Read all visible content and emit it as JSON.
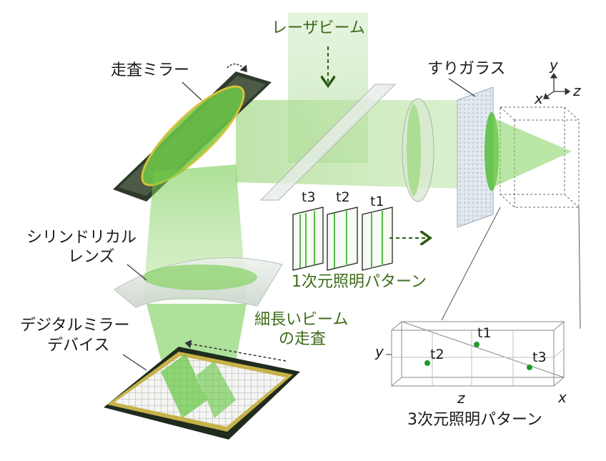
{
  "labels": {
    "laser_beam": "レーザビーム",
    "scanning_mirror": "走査ミラー",
    "ground_glass": "すりガラス",
    "cylindrical_lens_line1": "シリンドリカル",
    "cylindrical_lens_line2": "レンズ",
    "pattern_1d": "1次元照明パターン",
    "dmd_line1": "デジタルミラー",
    "dmd_line2": "デバイス",
    "thin_beam_line1": "細長いビーム",
    "thin_beam_line2": "の走査",
    "pattern_3d": "3次元照明パターン"
  },
  "frames": [
    "t3",
    "t2",
    "t1"
  ],
  "axes_3d": {
    "x": "x",
    "y": "y",
    "z": "z"
  },
  "plot_points": [
    {
      "label": "t1"
    },
    {
      "label": "t2"
    },
    {
      "label": "t3"
    }
  ],
  "plot_axes": {
    "y": "y",
    "z": "z",
    "x": "x"
  },
  "colors": {
    "beam_green": "#5fc43a",
    "label_green": "#3e6b1a",
    "mirror_dark": "#2f3a2c",
    "point_green": "#1e9a2c"
  }
}
